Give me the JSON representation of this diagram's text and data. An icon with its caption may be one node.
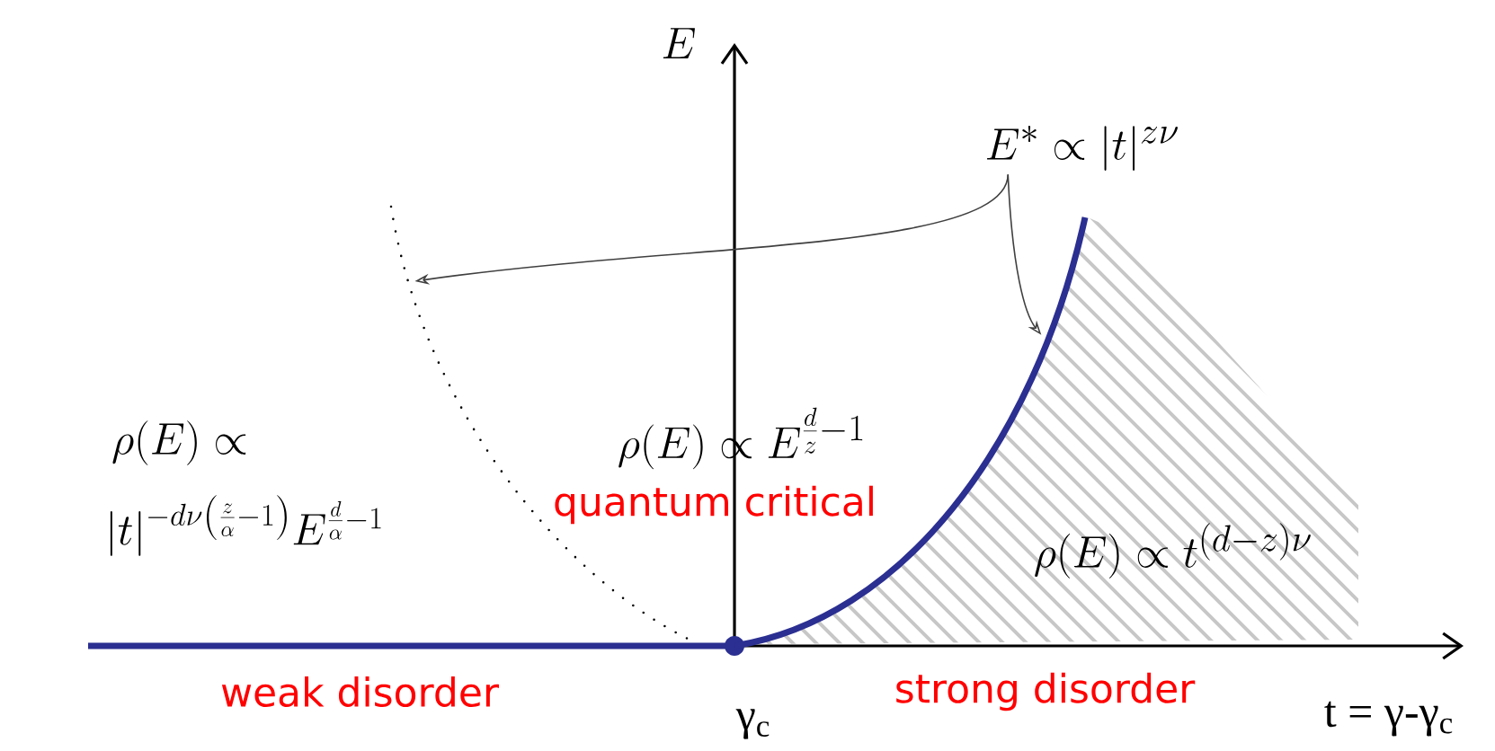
{
  "diagram": {
    "nodes": [
      {
        "text": [
          "E^{*} \\propto |t|^{z\\nu}"
        ]
      },
      {
        "text": [],
        "shape": "curve"
      },
      {
        "text": [],
        "shape": "curve"
      }
    ],
    "edges": [
      {
        "from": 0,
        "to": 1,
        "arrow": "to"
      },
      {
        "from": 0,
        "to": 2,
        "arrow": "to"
      }
    ],
    "labels": [
      "E",
      "\\rho(E) \\propto",
      "|t|^{-d\\nu\\left(\\frac{z}{\\alpha}-1\\right)} E^{\\frac{d}{\\alpha}-1}",
      "\\rho(E) \\propto E^{\\frac{d}{z}-1}",
      "quantum critical",
      "\\rho(E) \\propto t^{(d-z)\\nu}",
      "weak disorder",
      "strong disorder",
      "γ$_{c}$",
      "t = γ-γ$_{c}$"
    ]
  }
}
